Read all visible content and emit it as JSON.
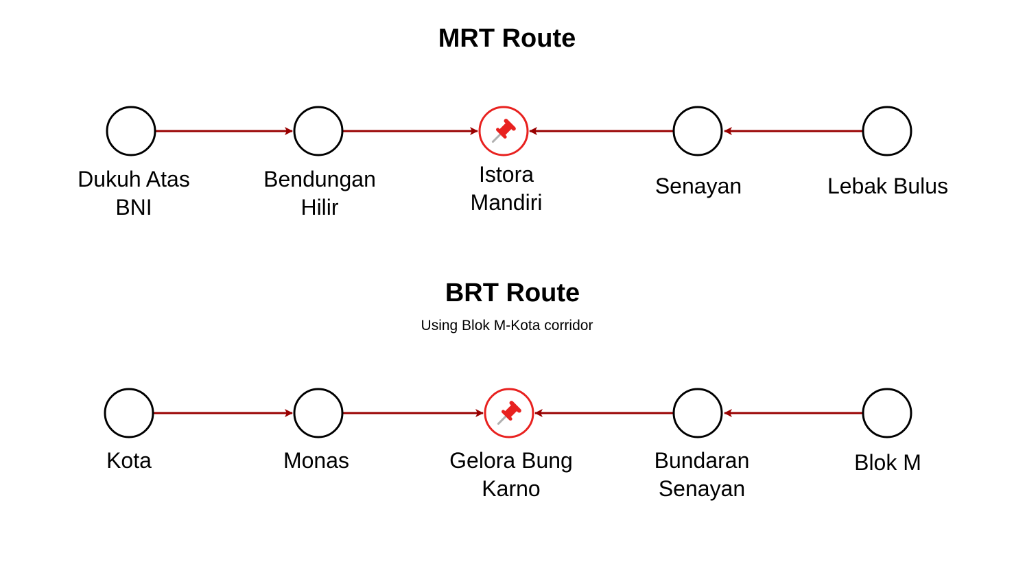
{
  "colors": {
    "edge": "#990000",
    "station_stroke": "#000000",
    "destination_stroke": "#e8211f",
    "pin_head": "#e8211f",
    "pin_needle": "#b0b0b0"
  },
  "mrt": {
    "title": "MRT Route",
    "stations": [
      {
        "name": "Dukuh Atas\nBNI",
        "destination": false
      },
      {
        "name": "Bendungan\nHilir",
        "destination": false
      },
      {
        "name": "Istora\nMandiri",
        "destination": true,
        "icon": "pushpin-icon"
      },
      {
        "name": "Senayan",
        "destination": false
      },
      {
        "name": "Lebak Bulus",
        "destination": false
      }
    ]
  },
  "brt": {
    "title": "BRT Route",
    "subtitle": "Using Blok M-Kota corridor",
    "stations": [
      {
        "name": "Kota",
        "destination": false
      },
      {
        "name": "Monas",
        "destination": false
      },
      {
        "name": "Gelora Bung\nKarno",
        "destination": true,
        "icon": "pushpin-icon"
      },
      {
        "name": "Bundaran\nSenayan",
        "destination": false
      },
      {
        "name": "Blok M",
        "destination": false
      }
    ]
  }
}
